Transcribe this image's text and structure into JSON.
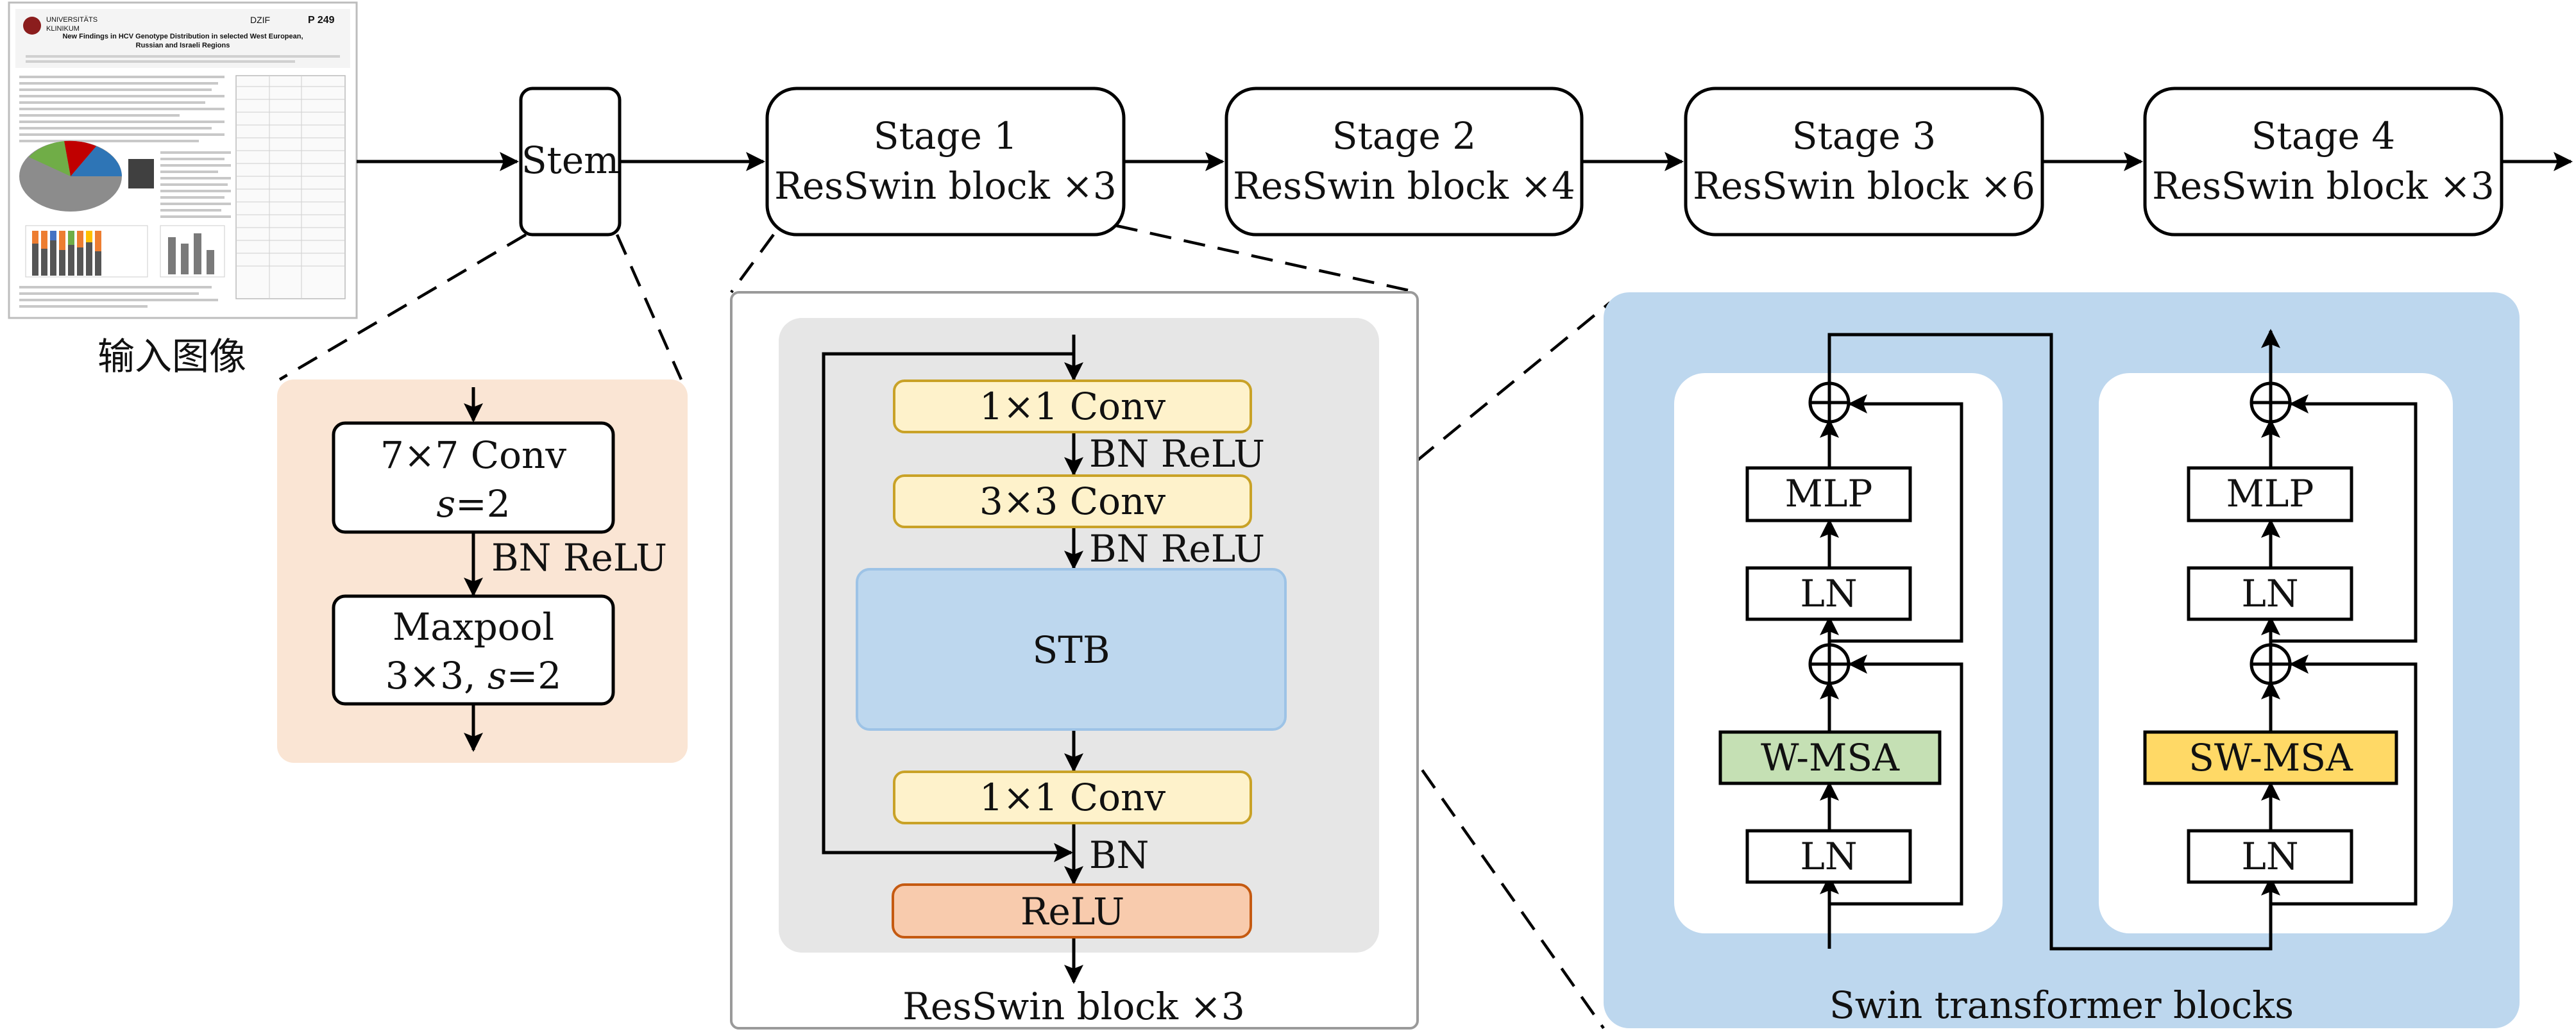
{
  "pipeline": {
    "input_label": "输入图像",
    "input_thumbnail": {
      "poster_id": "P 249",
      "title_line1": "New Findings in HCV Genotype Distribution in selected West European,",
      "title_line2": "Russian and Israeli Regions",
      "logo_text": "DZIF"
    },
    "stem_label": "Stem",
    "stages": [
      {
        "title": "Stage 1",
        "subtitle": "ResSwin block ×3"
      },
      {
        "title": "Stage 2",
        "subtitle": "ResSwin block ×4"
      },
      {
        "title": "Stage 3",
        "subtitle": "ResSwin block ×6"
      },
      {
        "title": "Stage 4",
        "subtitle": "ResSwin block ×3"
      }
    ]
  },
  "stem_detail": {
    "conv_line1": "7×7 Conv",
    "conv_line2_var": "s",
    "conv_line2_val": "=2",
    "between_label": "BN ReLU",
    "pool_line1": "Maxpool",
    "pool_line2_prefix": "3×3, ",
    "pool_line2_var": "s",
    "pool_line2_val": "=2",
    "panel_color": "#fae5d4"
  },
  "resswin_detail": {
    "conv1": "1×1 Conv",
    "label1": "BN ReLU",
    "conv2": "3×3 Conv",
    "label2": "BN ReLU",
    "stb": "STB",
    "conv3": "1×1 Conv",
    "label3": "BN",
    "relu": "ReLU",
    "caption": "ResSwin block ×3",
    "colors": {
      "conv": "#fef2cb",
      "conv_border": "#c9a227",
      "stb": "#bdd7ee",
      "relu": "#f8cbad",
      "panel": "#e6e6e6"
    }
  },
  "swin_detail": {
    "caption": "Swin transformer blocks",
    "block_w": {
      "mlp": "MLP",
      "ln_top": "LN",
      "attn": "W-MSA",
      "ln_bottom": "LN"
    },
    "block_sw": {
      "mlp": "MLP",
      "ln_top": "LN",
      "attn": "SW-MSA",
      "ln_bottom": "LN"
    },
    "colors": {
      "panel": "#bdd7ee",
      "w_msa": "#c5e0b4",
      "sw_msa": "#ffd966"
    }
  }
}
